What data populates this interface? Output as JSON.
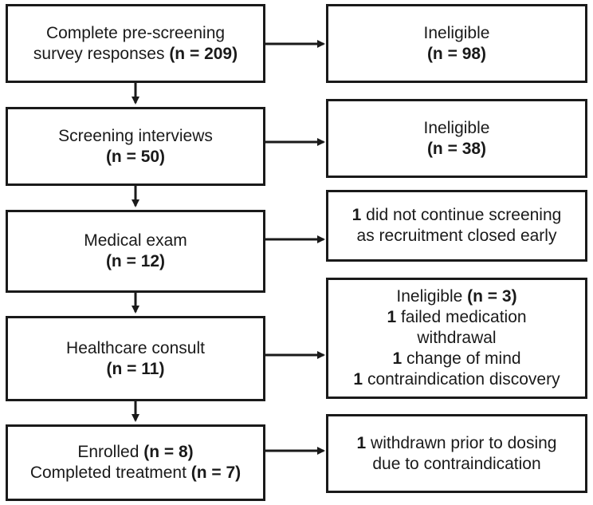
{
  "left_boxes": [
    {
      "lines": [
        {
          "text": "Complete pre-screening"
        },
        {
          "text": "survey responses ",
          "bold": "(n = 209)"
        }
      ]
    },
    {
      "lines": [
        {
          "text": "Screening interviews"
        },
        {
          "text": "",
          "bold": "(n = 50)"
        }
      ]
    },
    {
      "lines": [
        {
          "text": "Medical exam"
        },
        {
          "text": "",
          "bold": "(n = 12)"
        }
      ]
    },
    {
      "lines": [
        {
          "text": "Healthcare consult"
        },
        {
          "text": "",
          "bold": "(n = 11)"
        }
      ]
    },
    {
      "lines": [
        {
          "text": "Enrolled ",
          "bold": "(n = 8)"
        },
        {
          "text": "Completed treatment ",
          "bold": "(n = 7)"
        }
      ]
    }
  ],
  "right_boxes": [
    {
      "lines": [
        {
          "text": "Ineligible"
        },
        {
          "text": "",
          "bold": "(n = 98)"
        }
      ]
    },
    {
      "lines": [
        {
          "text": "Ineligible"
        },
        {
          "text": "",
          "bold": "(n = 38)"
        }
      ]
    },
    {
      "lines": [
        {
          "bold_pre": "1",
          "text": " did not continue screening"
        },
        {
          "text": "as recruitment closed early"
        }
      ]
    },
    {
      "lines": [
        {
          "text": "Ineligible ",
          "bold": "(n = 3)"
        },
        {
          "bold_pre": "1",
          "text": " failed medication"
        },
        {
          "text": "withdrawal"
        },
        {
          "bold_pre": "1",
          "text": " change of mind"
        },
        {
          "bold_pre": "1",
          "text": " contraindication discovery"
        }
      ]
    },
    {
      "lines": [
        {
          "bold_pre": "1",
          "text": " withdrawn prior to dosing"
        },
        {
          "text": "due to contraindication"
        }
      ]
    }
  ]
}
